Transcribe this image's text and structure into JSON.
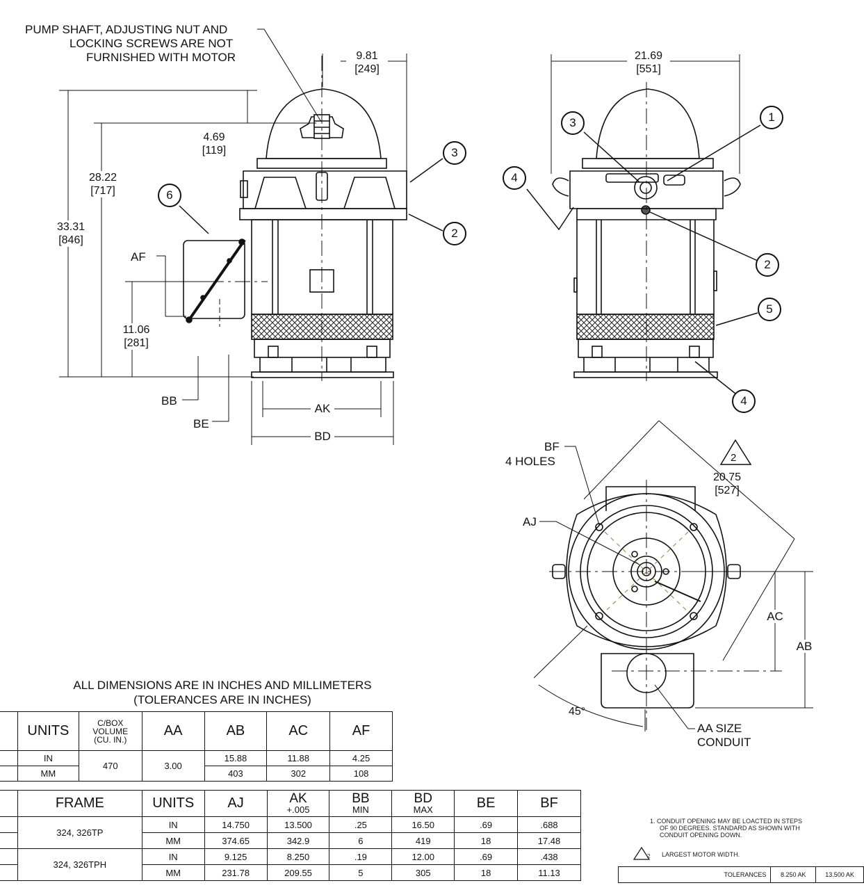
{
  "labels": {
    "pump_note": [
      "PUMP SHAFT, ADJUSTING NUT AND",
      "LOCKING SCREWS ARE NOT",
      "FURNISHED WITH MOTOR"
    ],
    "af": "AF",
    "bb": "BB",
    "be": "BE",
    "ak": "AK",
    "bd": "BD",
    "bf": "BF",
    "bf_holes": "4 HOLES",
    "aj": "AJ",
    "ac": "AC",
    "ab": "AB",
    "angle": "45°",
    "aa": [
      "AA SIZE",
      "CONDUIT"
    ]
  },
  "dimensions": {
    "top_w": {
      "in": "9.81",
      "mm": "[249]"
    },
    "shaft": {
      "in": "4.69",
      "mm": "[119]"
    },
    "h_28": {
      "in": "28.22",
      "mm": "[717]"
    },
    "h_33": {
      "in": "33.31",
      "mm": "[846]"
    },
    "h_11": {
      "in": "11.06",
      "mm": "[281]"
    },
    "side_w": {
      "in": "21.69",
      "mm": "[551]"
    },
    "largest": {
      "in": "20.75",
      "mm": "[527]",
      "flag": "2"
    }
  },
  "balloons": {
    "b1": "1",
    "b2": "2",
    "b3": "3",
    "b4": "4",
    "b5": "5",
    "b6": "6"
  },
  "heading": [
    "ALL DIMENSIONS ARE IN INCHES AND MILLIMETERS",
    "(TOLERANCES ARE IN INCHES)"
  ],
  "table1": {
    "headers": {
      "units": "UNITS",
      "cbox": [
        "C/BOX",
        "VOLUME",
        "(CU. IN.)"
      ],
      "aa": "AA",
      "ab": "AB",
      "ac": "AC",
      "af": "AF"
    },
    "rows": [
      {
        "units": "IN",
        "ab": "15.88",
        "ac": "11.88",
        "af": "4.25"
      },
      {
        "units": "MM",
        "ab": "403",
        "ac": "302",
        "af": "108"
      }
    ],
    "cbox": "470",
    "aa": "3.00"
  },
  "table2": {
    "headers": {
      "frame": "FRAME",
      "units": "UNITS",
      "aj": "AJ",
      "ak": "AK",
      "ak_sub": "+.005",
      "bb": "BB",
      "bb_sub": "MIN",
      "bd": "BD",
      "bd_sub": "MAX",
      "be": "BE",
      "bf": "BF"
    },
    "groups": [
      {
        "frame": "324, 326TP",
        "rows": [
          {
            "units": "IN",
            "aj": "14.750",
            "ak": "13.500",
            "bb": ".25",
            "bd": "16.50",
            "be": ".69",
            "bf": ".688"
          },
          {
            "units": "MM",
            "aj": "374.65",
            "ak": "342.9",
            "bb": "6",
            "bd": "419",
            "be": "18",
            "bf": "17.48"
          }
        ]
      },
      {
        "frame": "324, 326TPH",
        "rows": [
          {
            "units": "IN",
            "aj": "9.125",
            "ak": "8.250",
            "bb": ".19",
            "bd": "12.00",
            "be": ".69",
            "bf": ".438"
          },
          {
            "units": "MM",
            "aj": "231.78",
            "ak": "209.55",
            "bb": "5",
            "bd": "305",
            "be": "18",
            "bf": "11.13"
          }
        ]
      }
    ]
  },
  "notes": {
    "n1": [
      "1.  CONDUIT OPENING MAY BE LOACTED IN STEPS",
      "OF 90 DEGREES. STANDARD AS SHOWN WITH",
      "CONDUIT OPENING DOWN."
    ],
    "n2_flag": "2",
    "n2": "LARGEST MOTOR WIDTH."
  },
  "tolerances": {
    "label": "TOLERANCES",
    "c1": "8.250 AK",
    "c2": "13.500 AK"
  }
}
